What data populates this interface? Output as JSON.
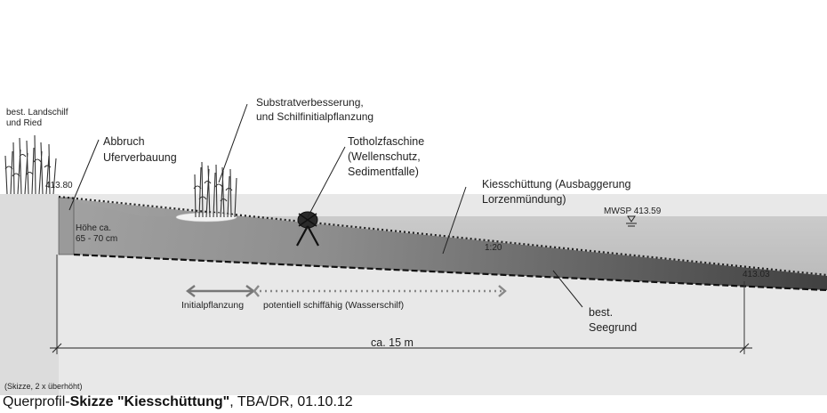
{
  "labels": {
    "best_landschilf_line1": "best. Landschilf",
    "best_landschilf_line2": "und Ried",
    "substrat_line1": "Substratverbesserung,",
    "substrat_line2": "und Schilfinitialpflanzung",
    "abbruch_line1": "Abbruch",
    "abbruch_line2": "Uferverbauung",
    "totholz_line1": "Totholzfaschine",
    "totholz_line2": "(Wellenschutz,",
    "totholz_line3": "Sedimentfalle)",
    "kies_line1": "Kiesschüttung (Ausbaggerung",
    "kies_line2": "Lorzenmündung)",
    "elev_left": "413.80",
    "mwsp": "MWSP 413.59",
    "elev_right": "413.03",
    "hoehe_line1": "Höhe ca.",
    "hoehe_line2": "65 - 70 cm",
    "slope": "1:20",
    "initial": "Initialpflanzung",
    "potentiell": "potentiell schiffähig (Wasserschilf)",
    "seegrund_line1": "best.",
    "seegrund_line2": "Seegrund",
    "dimension": "ca. 15 m",
    "skizze_note": "(Skizze, 2 x überhöht)"
  },
  "caption": {
    "prefix": "Querprofil-",
    "bold": "Skizze \"Kiesschüttung\"",
    "suffix": ", TBA/DR, 01.10.12"
  },
  "colors": {
    "ground": "#e6e6e6",
    "water_light": "#c4c4c4",
    "water_dark": "#5a5a5a",
    "line": "#222222"
  }
}
